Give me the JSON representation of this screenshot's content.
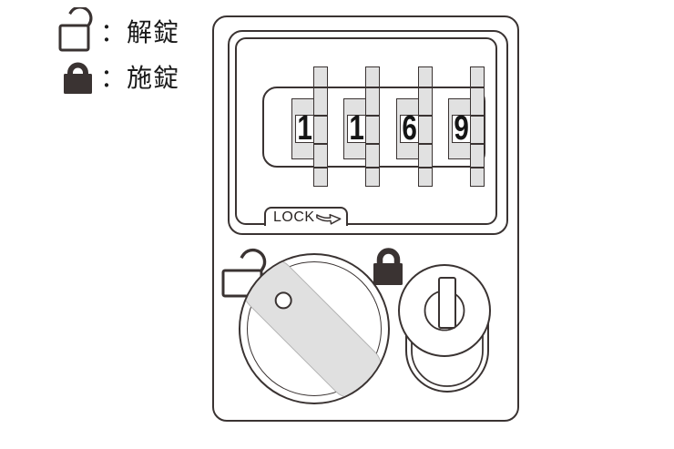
{
  "diagram_title": "combination-lock-operation-diagram",
  "legend": {
    "items": [
      {
        "icon": "padlock-open-icon",
        "label": "：解錠",
        "meaning": "unlocked"
      },
      {
        "icon": "padlock-closed-icon",
        "label": "：施錠",
        "meaning": "locked"
      }
    ]
  },
  "lock_unit": {
    "dial_panel": {
      "wheels": [
        {
          "digit": "1"
        },
        {
          "digit": "1"
        },
        {
          "digit": "6"
        },
        {
          "digit": "9"
        }
      ],
      "combination_shown": "1169",
      "lock_tab": {
        "label": "LOCK",
        "arrow_icon": "curved-right-arrow-icon"
      }
    },
    "thumb_turn": {
      "state_icon": "padlock-open-icon",
      "state": "unlocked"
    },
    "key_cylinder": {
      "state_icon": "padlock-closed-icon",
      "state": "locked"
    }
  },
  "colors": {
    "line": "#3a3332",
    "panel_fill": "#ffffff",
    "wheel_gray": "#e1e1e1",
    "lever_gray": "#e0e0e0",
    "digit": "#151515"
  }
}
